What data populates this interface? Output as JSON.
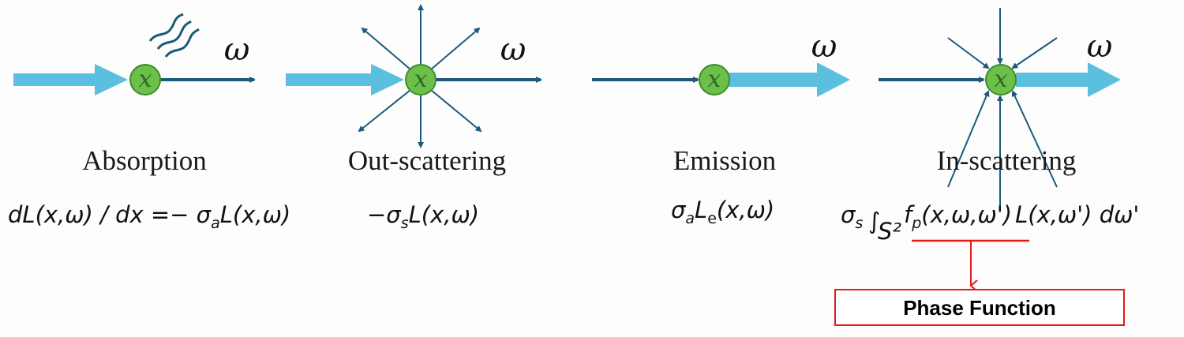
{
  "colors": {
    "thick_arrow": "#5bbfdf",
    "thin_arrow": "#1b5a7a",
    "node_fill": "#6cbf4a",
    "node_stroke": "#3e8e2a",
    "highlight": "#e31a1a"
  },
  "node_symbol": "x",
  "direction_symbol": "ω",
  "panels": [
    {
      "title": "Absorption",
      "eq": {
        "a": "dL(x,ω) / dx =− σ",
        "sub": "a",
        "b": "L(x,ω)"
      }
    },
    {
      "title": "Out-scattering",
      "eq": {
        "a": "−σ",
        "sub": "s",
        "b": "L(x,ω)"
      }
    },
    {
      "title": "Emission",
      "eq": {
        "a": "σ",
        "sub": "a",
        "b": "L",
        "sub2": "e",
        "c": "(x,ω)"
      }
    },
    {
      "title": "In-scattering",
      "eq": {
        "a": "σ",
        "sub": "s",
        "integral": "∫",
        "domain": "S²",
        "f": "f",
        "fsub": "p",
        "b": "(x,ω,ω')",
        "c": "L(x,ω') dω'"
      }
    }
  ],
  "callout": {
    "label": "Phase Function"
  }
}
